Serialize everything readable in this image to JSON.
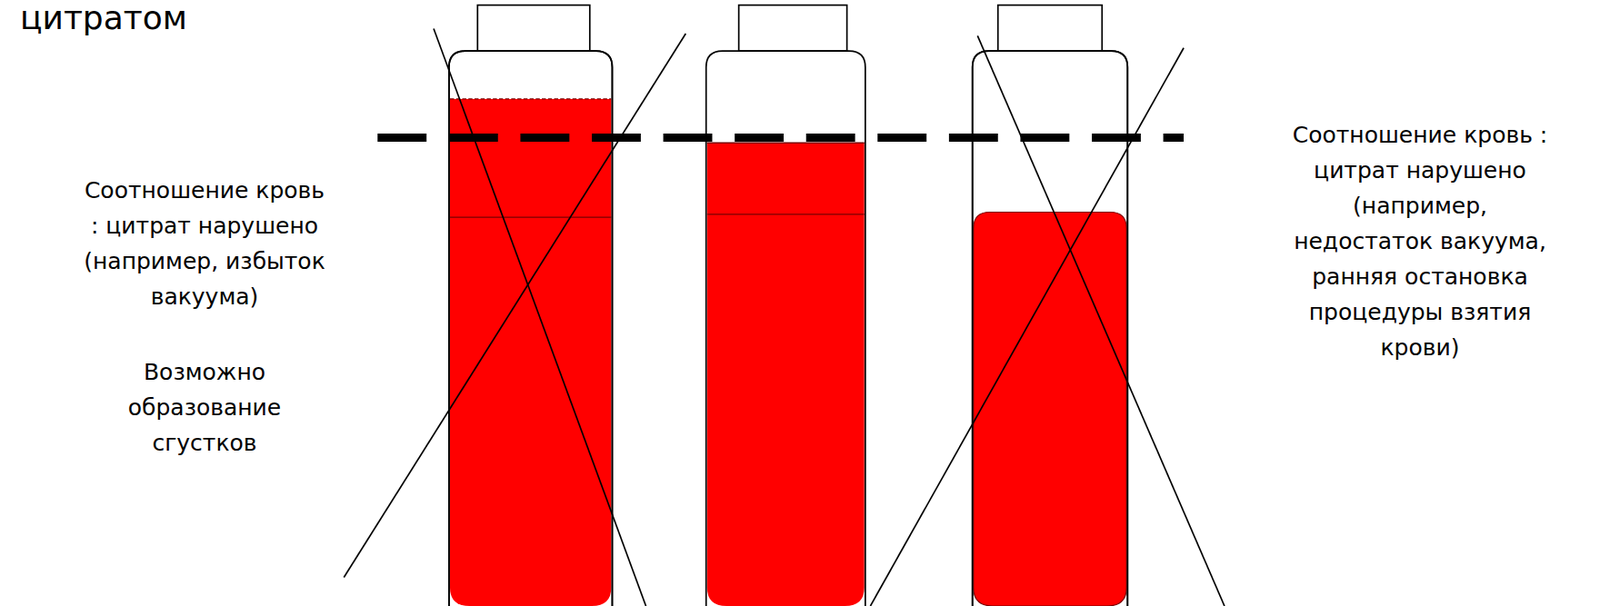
{
  "diagram": {
    "labels": [
      "цитратом",
      "Соотношение кровь : цитрат нарушено (например, избыток вакуума)",
      "Возможно образование сгустков",
      "Соотношение кровь : цитрат нарушено (например, недостаток вакуума, ранняя остановка процедуры взятия крови)"
    ]
  }
}
